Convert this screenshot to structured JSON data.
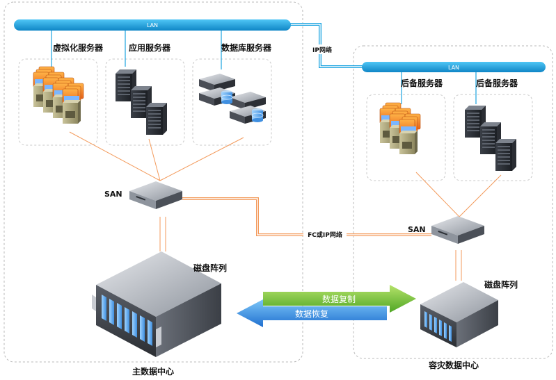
{
  "main_center": {
    "title": "主数据中心",
    "lan_label": "LAN",
    "servers": [
      {
        "label": "虚拟化服务器",
        "icon": "virtual-server-stack-icon"
      },
      {
        "label": "应用服务器",
        "icon": "tower-server-icon"
      },
      {
        "label": "数据库服务器",
        "icon": "database-server-icon"
      }
    ],
    "san_label": "SAN",
    "storage_label": "磁盘阵列"
  },
  "dr_center": {
    "title": "容灾数据中心",
    "lan_label": "LAN",
    "servers": [
      {
        "label": "后备服务器",
        "icon": "virtual-server-stack-icon"
      },
      {
        "label": "后备服务器",
        "icon": "tower-server-icon"
      }
    ],
    "san_label": "SAN",
    "storage_label": "磁盘阵列"
  },
  "links": {
    "ip_network": "IP网络",
    "fc_ip_network": "FC或IP网络"
  },
  "flows": {
    "replication": "数据复制",
    "recovery": "数据恢复"
  },
  "colors": {
    "lan_bus": "#1aa3e0",
    "san_link": "#f39a5b",
    "replication_arrow": "#6cc23a",
    "recovery_arrow": "#2a8fe0",
    "group_border": "#b9b9b9"
  }
}
